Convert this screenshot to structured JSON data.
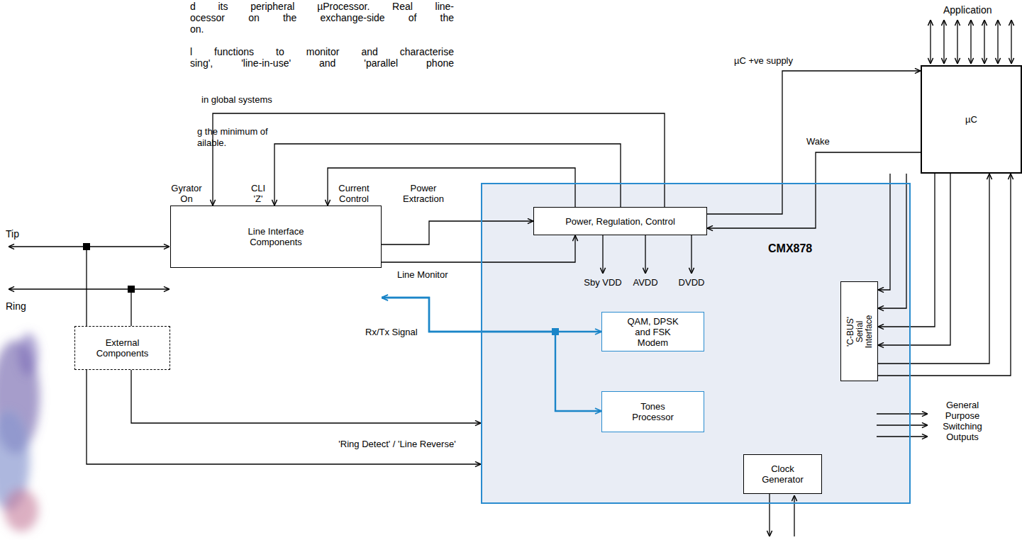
{
  "diagram": {
    "nodes": [
      {
        "text": [
          "Line Interface Components"
        ]
      },
      {
        "text": [
          "CMX878"
        ]
      },
      {
        "text": [
          "Power, Regulation, Control"
        ],
        "in": 1
      },
      {
        "text": [
          "QAM, DPSK and FSK Modem"
        ],
        "in": 1
      },
      {
        "text": [
          "Tones Processor"
        ],
        "in": 1
      },
      {
        "text": [
          "'C-BUS' Serial Interface"
        ],
        "in": 1
      },
      {
        "text": [
          "Clock Generator"
        ],
        "in": 1
      },
      {
        "text": [
          "µC"
        ]
      },
      {
        "text": [
          "External Components"
        ]
      }
    ],
    "edges": [
      {
        "from": 2,
        "to": 0,
        "arrow": "to",
        "label": "Gyrator On"
      },
      {
        "from": 2,
        "to": 0,
        "arrow": "to",
        "label": "CLI 'Z'"
      },
      {
        "from": 2,
        "to": 0,
        "arrow": "to",
        "label": "Current Control"
      },
      {
        "from": 0,
        "to": 2,
        "arrow": "to",
        "label": "Power Extraction"
      },
      {
        "from": 0,
        "to": 2,
        "arrow": "to",
        "label": "Line Monitor"
      },
      {
        "from": 0,
        "to": 3,
        "arrow": "both",
        "label": "Rx/Tx Signal"
      },
      {
        "from": 0,
        "to": 4,
        "arrow": "both"
      },
      {
        "from": 2,
        "to": 7,
        "arrow": "to",
        "label": "µC +ve supply"
      },
      {
        "from": 7,
        "to": 2,
        "arrow": "to",
        "label": "Wake"
      },
      {
        "from": 7,
        "to": 5,
        "arrow": "to"
      },
      {
        "from": 7,
        "to": 5,
        "arrow": "to"
      },
      {
        "from": 7,
        "to": 5,
        "arrow": "to"
      },
      {
        "from": 7,
        "to": 5,
        "arrow": "to"
      },
      {
        "from": 5,
        "to": 7,
        "arrow": "to"
      },
      {
        "from": 5,
        "to": 7,
        "arrow": "to"
      },
      {
        "from": 8,
        "to": 1,
        "arrow": "to",
        "label": "'Ring Detect' / 'Line Reverse'"
      },
      {
        "from": 8,
        "to": 1,
        "arrow": "to"
      }
    ],
    "labels": [
      "d its peripheral µProcessor. Real line-",
      "ocessor on the exchange-side of the",
      "on.",
      "l functions to monitor and characterise",
      "sing', 'line-in-use' and 'parallel phone",
      "in global systems",
      "g the minimum of",
      "ailable.",
      "Application",
      "Tip",
      "Ring",
      "Sby VDD",
      "AVDD",
      "DVDD",
      "General Purpose Switching Outputs"
    ]
  }
}
